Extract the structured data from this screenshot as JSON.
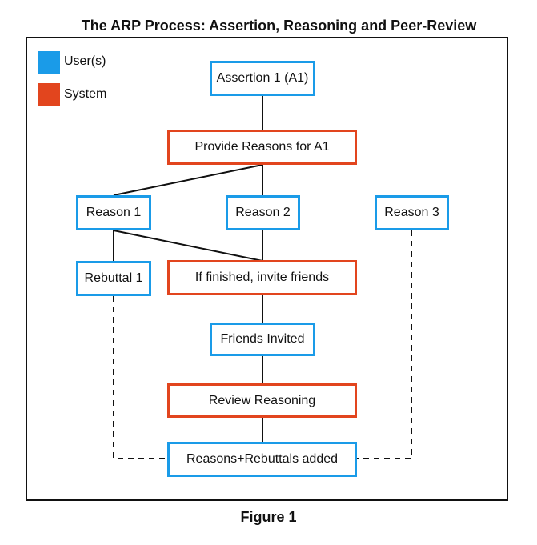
{
  "title": "The ARP Process: Assertion, Reasoning and Peer-Review",
  "caption": "Figure 1",
  "colors": {
    "user": "#1a9be8",
    "system": "#e2451e",
    "line": "#111111"
  },
  "legend": [
    {
      "label": "User(s)",
      "color": "#1a9be8"
    },
    {
      "label": "System",
      "color": "#e2451e"
    }
  ],
  "nodes": {
    "assertion": "Assertion 1 (A1)",
    "provide_reasons": "Provide Reasons for A1",
    "reason1": "Reason 1",
    "reason2": "Reason 2",
    "reason3": "Reason 3",
    "rebuttal1": "Rebuttal 1",
    "invite": "If finished, invite friends",
    "friends_invited": "Friends Invited",
    "review": "Review Reasoning",
    "added": "Reasons+Rebuttals added"
  }
}
